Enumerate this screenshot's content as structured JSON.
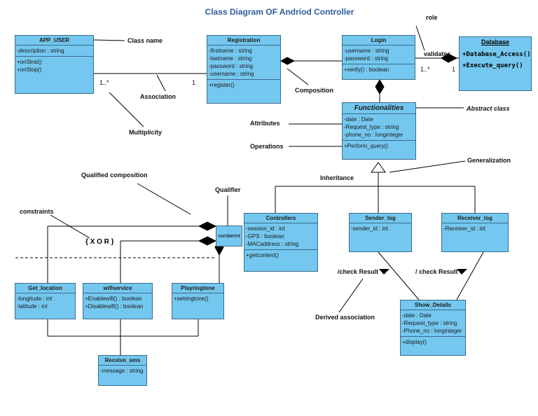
{
  "title": "Class Diagram OF Andriod Controller",
  "classes": {
    "app_user": {
      "name": "APP_USER",
      "attributes": [
        "-description : string"
      ],
      "operations": [
        "+onStrat()",
        "+onStop()"
      ]
    },
    "registration": {
      "name": "Registration",
      "attributes": [
        "-firstname : string",
        "-lastname : string",
        "-password : string",
        "-username : string"
      ],
      "operations": [
        "+register()"
      ]
    },
    "login": {
      "name": "Login",
      "attributes": [
        "-username : string",
        "-password : string"
      ],
      "operations": [
        "+verify() : boolean"
      ]
    },
    "database": {
      "name": "Database",
      "operations": [
        "+Database_Access()",
        "+Execute_query()"
      ]
    },
    "functionalities": {
      "name": "Functionalities",
      "attributes": [
        "-date : Date",
        "-Request_type : string",
        "-phone_no : longinteger"
      ],
      "operations": [
        "+Perform_query()"
      ]
    },
    "controllers": {
      "name": "Controllers",
      "attributes": [
        "-session_id : int",
        "-GPS : boolean",
        "-MACaddress : string"
      ],
      "operations": [
        "+getcontext()"
      ]
    },
    "sender_log": {
      "name": "Sender_log",
      "attributes": [
        "-sender_id : int"
      ]
    },
    "receiver_log": {
      "name": "Receiver_log",
      "attributes": [
        "-Receiver_id : int"
      ]
    },
    "show_details": {
      "name": "Show_Details",
      "attributes": [
        "-date : Date",
        "-Request_type : string",
        "-Phone_no : longinteger"
      ],
      "operations": [
        "+display()"
      ]
    },
    "get_location": {
      "name": "Get_location",
      "attributes": [
        "-longitude : int",
        "-latitude : int"
      ]
    },
    "wifiservice": {
      "name": "wifiservice",
      "operations": [
        "+Enablewifi() : boolean",
        "+Disablewifi() : boolean"
      ]
    },
    "playringtone": {
      "name": "Playringtone",
      "operations": [
        "+setringtone()"
      ]
    },
    "receive_sms": {
      "name": "Receive_sms",
      "attributes": [
        "-message : string"
      ]
    }
  },
  "qualifier_box": "numberint",
  "constraint_text": "{ X O R }",
  "annotations": {
    "class_name": "Class name",
    "association": "Association",
    "multiplicity": "Multiplicity",
    "composition": "Composition",
    "role": "role",
    "validates": "validates",
    "abstract_class": "Abstract class",
    "attributes": "Attributes",
    "operations": "Operations",
    "generalization": "Generalization",
    "inheritance": "Inheritance",
    "qualified_composition": "Qualified composition",
    "qualifier": "Qualifier",
    "constraints": "constraints",
    "check_result_1": "/check Result",
    "check_result_2": "/ check Result",
    "derived_association": "Derived association"
  },
  "multiplicities": {
    "app_user": "1..*",
    "registration": "1",
    "login": "1..*",
    "database": "1"
  },
  "colors": {
    "class_fill": "#74c7ee",
    "title": "#2e5d9a",
    "border": "#3b6c8c"
  }
}
